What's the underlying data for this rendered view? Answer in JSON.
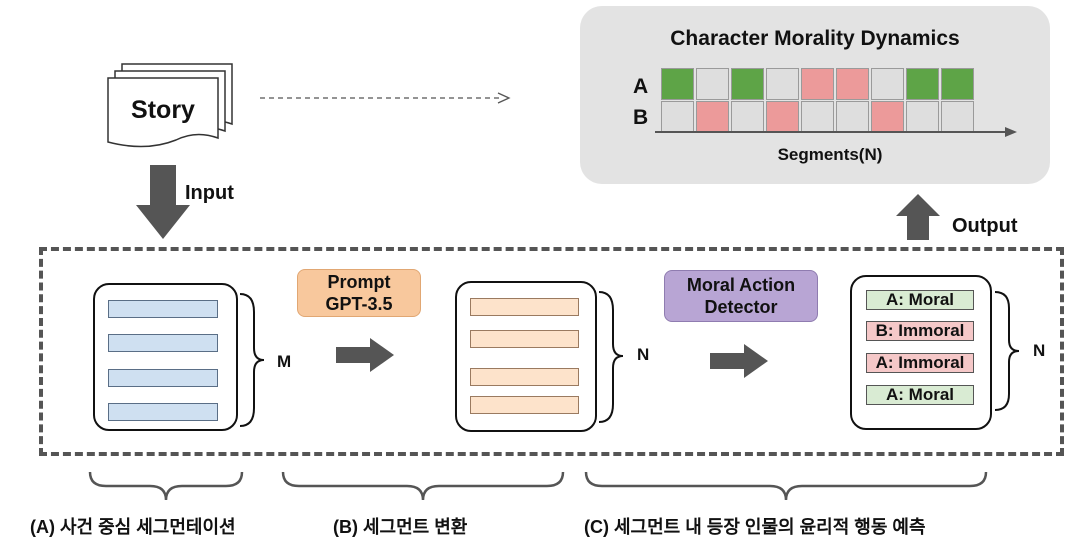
{
  "story_label": "Story",
  "input_label": "Input",
  "output_label": "Output",
  "panel": {
    "title": "Character Morality Dynamics",
    "rows": [
      {
        "label": "A",
        "cells": [
          "moral",
          "neutral",
          "moral",
          "neutral",
          "immoral",
          "immoral",
          "neutral",
          "moral",
          "moral"
        ]
      },
      {
        "label": "B",
        "cells": [
          "neutral",
          "immoral",
          "neutral",
          "immoral",
          "neutral",
          "neutral",
          "immoral",
          "neutral",
          "neutral"
        ]
      }
    ],
    "x_axis_label": "Segments(N)",
    "colors": {
      "moral": "#5ea447",
      "immoral": "#ec9a9a",
      "neutral": "#dedede"
    }
  },
  "stage1": {
    "brace_label": "M"
  },
  "prompt_box": {
    "line1": "Prompt",
    "line2": "GPT-3.5",
    "color": "#f8c89d"
  },
  "stage2": {
    "brace_label": "N"
  },
  "detector_box": {
    "line1": "Moral Action",
    "line2": "Detector",
    "color": "#b8a5d4"
  },
  "stage3": {
    "brace_label": "N",
    "predictions": [
      "A: Moral",
      "B: Immoral",
      "A: Immoral",
      "A: Moral"
    ]
  },
  "captions": {
    "a": "(A) 사건 중심 세그먼테이션",
    "b": "(B) 세그먼트 변환",
    "c": "(C) 세그먼트 내 등장 인물의 윤리적 행동 예측"
  }
}
